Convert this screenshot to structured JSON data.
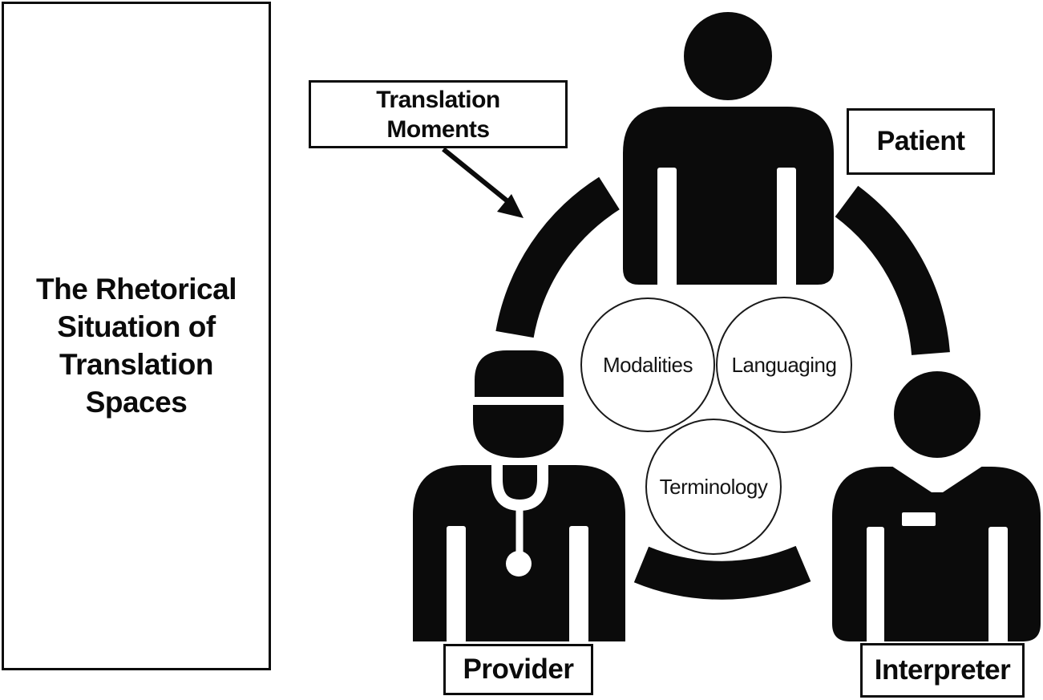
{
  "colors": {
    "ink": "#0b0b0b",
    "paper": "#ffffff"
  },
  "left_panel": {
    "lines": [
      "The Rhetorical",
      "Situation of",
      "Translation",
      "Spaces"
    ]
  },
  "callout": {
    "lines": [
      "Translation",
      "Moments"
    ]
  },
  "roles": {
    "patient": "Patient",
    "provider": "Provider",
    "interpreter": "Interpreter"
  },
  "moments": {
    "modalities": "Modalities",
    "languaging": "Languaging",
    "terminology": "Terminology"
  }
}
